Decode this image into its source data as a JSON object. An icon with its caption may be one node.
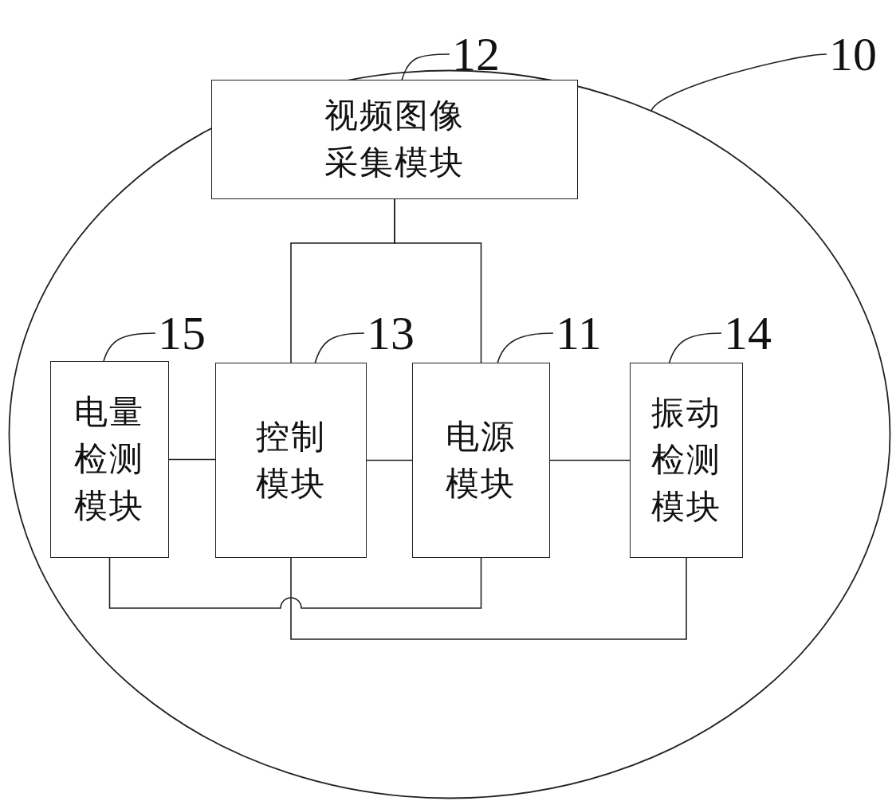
{
  "diagram": {
    "nodes": [
      {
        "text": [],
        "shape": "circle"
      },
      {
        "text": [
          "10"
        ]
      },
      {
        "text": [
          "12"
        ]
      },
      {
        "text": [
          "视频图像采集模块"
        ],
        "in": 0
      },
      {
        "text": [
          "15"
        ],
        "in": 0
      },
      {
        "text": [
          "13"
        ],
        "in": 0
      },
      {
        "text": [
          "11"
        ],
        "in": 0
      },
      {
        "text": [
          "14"
        ],
        "in": 0
      },
      {
        "text": [
          "电量检测模块"
        ],
        "in": 0
      },
      {
        "text": [
          "控制模块"
        ],
        "in": 0
      },
      {
        "text": [
          "电源模块"
        ],
        "in": 0
      },
      {
        "text": [
          "振动检测模块"
        ],
        "in": 0
      }
    ],
    "edges": [
      {
        "from": 1,
        "to": 0,
        "arrow": "none"
      },
      {
        "from": 2,
        "to": 3,
        "arrow": "none"
      },
      {
        "from": 4,
        "to": 8,
        "arrow": "none"
      },
      {
        "from": 5,
        "to": 9,
        "arrow": "none"
      },
      {
        "from": 6,
        "to": 10,
        "arrow": "none"
      },
      {
        "from": 7,
        "to": 11,
        "arrow": "none"
      },
      {
        "from": 3,
        "to": 9,
        "arrow": "none"
      },
      {
        "from": 3,
        "to": 10,
        "arrow": "none"
      },
      {
        "from": 8,
        "to": 9,
        "arrow": "none"
      },
      {
        "from": 9,
        "to": 10,
        "arrow": "none"
      },
      {
        "from": 10,
        "to": 11,
        "arrow": "none"
      },
      {
        "from": 8,
        "to": 10,
        "arrow": "none"
      },
      {
        "from": 9,
        "to": 11,
        "arrow": "none"
      }
    ]
  }
}
